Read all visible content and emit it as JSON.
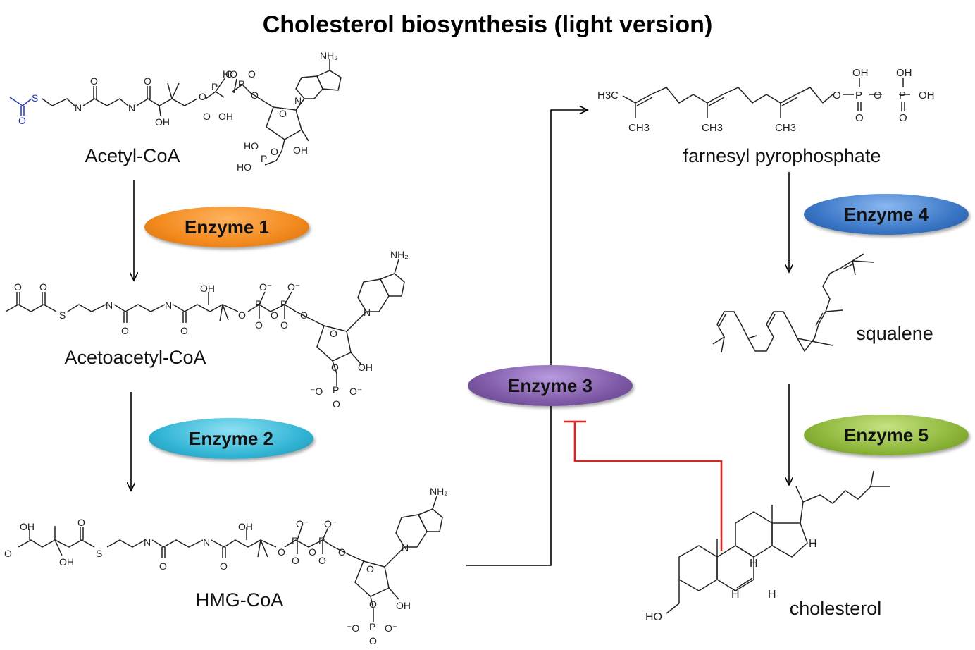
{
  "title": "Cholesterol biosynthesis (light version)",
  "molecules": {
    "acetyl_coa": "Acetyl-CoA",
    "acetoacetyl_coa": "Acetoacetyl-CoA",
    "hmg_coa": "HMG-CoA",
    "farnesyl_pp": "farnesyl pyrophosphate",
    "squalene": "squalene",
    "cholesterol": "cholesterol"
  },
  "enzymes": {
    "e1": {
      "label": "Enzyme 1",
      "color": "#f28a1e"
    },
    "e2": {
      "label": "Enzyme 2",
      "color": "#34b6d6"
    },
    "e3": {
      "label": "Enzyme 3",
      "color": "#7f5aa6"
    },
    "e4": {
      "label": "Enzyme 4",
      "color": "#3b77c6"
    },
    "e5": {
      "label": "Enzyme 5",
      "color": "#8db63a"
    }
  },
  "atoms": {
    "s": "S",
    "n": "N",
    "o": "O",
    "oh": "OH",
    "ho": "HO",
    "p": "P",
    "nh2": "NH₂",
    "o_minus": "O⁻",
    "minus_o": "⁻O",
    "ch3": "CH3",
    "h3c": "H3C",
    "h": "H"
  },
  "inhibition_color": "#e0201c"
}
